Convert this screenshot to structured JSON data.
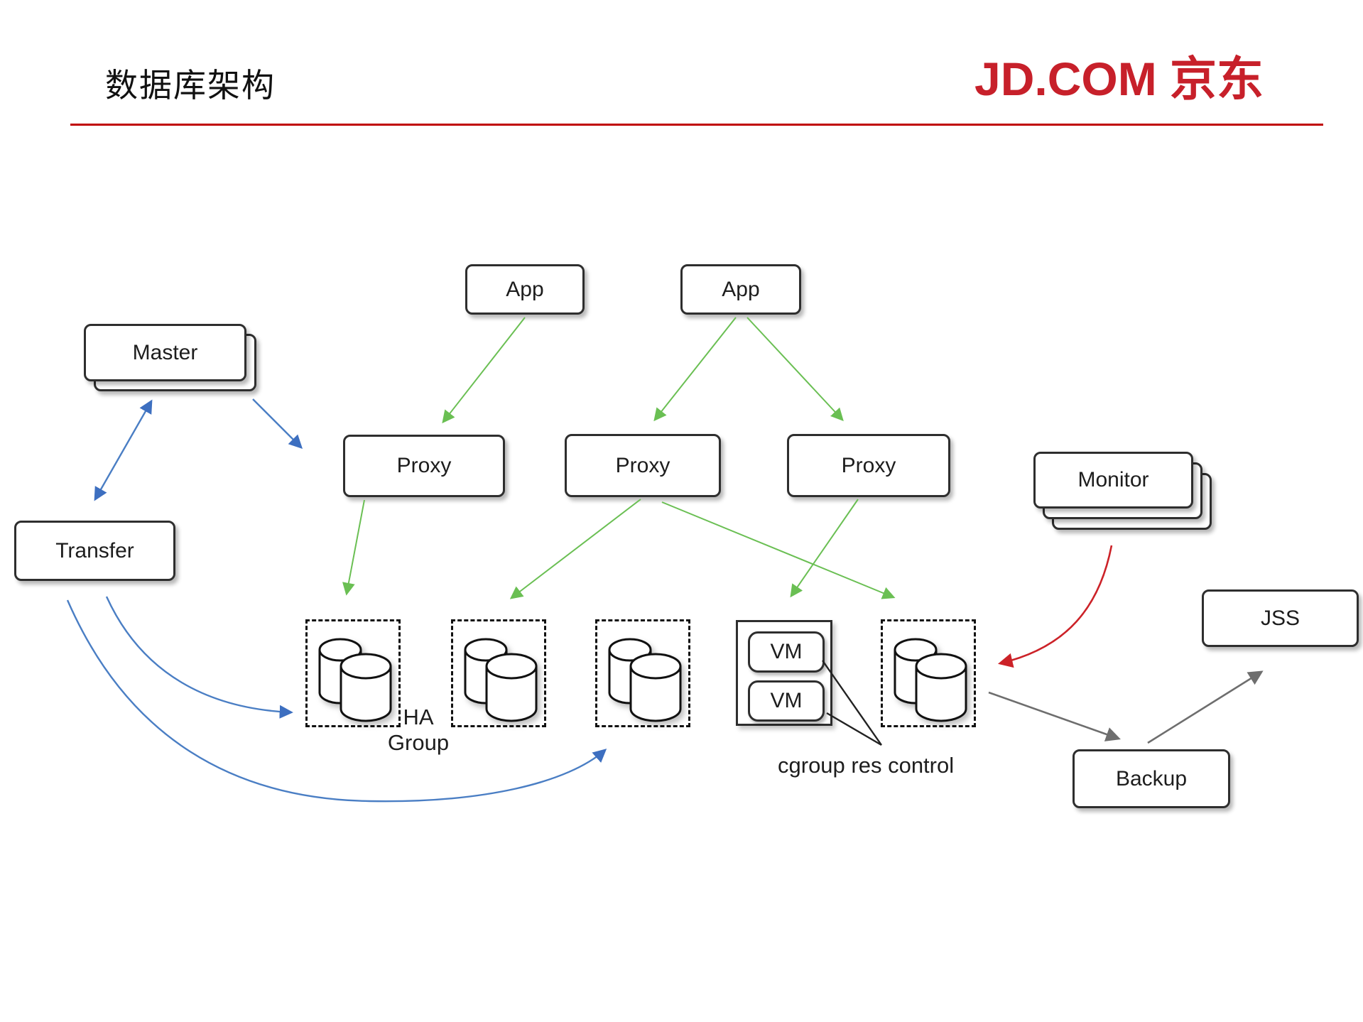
{
  "header": {
    "title": "数据库架构",
    "logo_text": "JD.COM 京东"
  },
  "nodes": {
    "master": "Master",
    "transfer": "Transfer",
    "app1": "App",
    "app2": "App",
    "proxy1": "Proxy",
    "proxy2": "Proxy",
    "proxy3": "Proxy",
    "monitor": "Monitor",
    "jss": "JSS",
    "backup": "Backup",
    "vm1": "VM",
    "vm2": "VM"
  },
  "labels": {
    "ha_group": "HA Group",
    "cgroup": "cgroup res control"
  },
  "colors": {
    "brand_red": "#c7202a",
    "divider_red": "#c00000",
    "green_arrow": "#6abf53",
    "blue_arrow": "#4a7ec4",
    "red_arrow": "#cc2228",
    "gray_arrow": "#6e6e6e",
    "callout_black": "#222222"
  },
  "edges": [
    {
      "from": "app1",
      "to": "proxy1",
      "color": "green"
    },
    {
      "from": "app2",
      "to": "proxy2",
      "color": "green"
    },
    {
      "from": "app2",
      "to": "proxy3",
      "color": "green"
    },
    {
      "from": "proxy1",
      "to": "db-group-1",
      "color": "green"
    },
    {
      "from": "proxy2",
      "to": "db-group-2",
      "color": "green"
    },
    {
      "from": "proxy2",
      "to": "db-group-4",
      "color": "green"
    },
    {
      "from": "proxy3",
      "to": "vm-host",
      "color": "green"
    },
    {
      "from": "master",
      "to": "transfer",
      "color": "blue",
      "bidirectional": true
    },
    {
      "from": "master",
      "to": "proxy1",
      "color": "blue"
    },
    {
      "from": "transfer",
      "to": "db-group-1",
      "color": "blue",
      "curved": true
    },
    {
      "from": "transfer",
      "to": "db-group-3",
      "color": "blue",
      "curved": true
    },
    {
      "from": "monitor",
      "to": "db-group-4",
      "color": "red",
      "curved": true
    },
    {
      "from": "db-group-4",
      "to": "backup",
      "color": "gray"
    },
    {
      "from": "backup",
      "to": "jss",
      "color": "gray"
    },
    {
      "from": "vm1",
      "to": "cgroup-label",
      "color": "black",
      "type": "callout"
    },
    {
      "from": "vm2",
      "to": "cgroup-label",
      "color": "black",
      "type": "callout"
    }
  ]
}
